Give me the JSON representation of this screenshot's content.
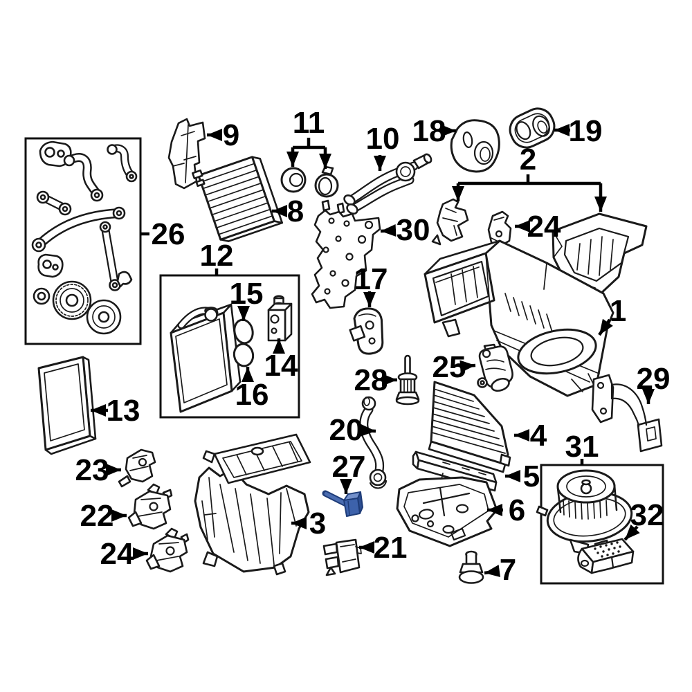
{
  "diagram": {
    "background": "#ffffff",
    "line_color": "#1a1a1a",
    "label_color": "#000000",
    "highlight": {
      "part_number": "27",
      "fill": "#3d62ab",
      "top_fill": "#7390cb",
      "side_fill": "#2c4d91",
      "outline": "#1e3c78",
      "probe_core": "#4a6cb0"
    }
  },
  "callouts": [
    {
      "num": "1"
    },
    {
      "num": "2"
    },
    {
      "num": "3"
    },
    {
      "num": "4"
    },
    {
      "num": "5"
    },
    {
      "num": "6"
    },
    {
      "num": "7"
    },
    {
      "num": "8"
    },
    {
      "num": "9"
    },
    {
      "num": "10"
    },
    {
      "num": "11"
    },
    {
      "num": "12"
    },
    {
      "num": "13"
    },
    {
      "num": "14"
    },
    {
      "num": "15"
    },
    {
      "num": "16"
    },
    {
      "num": "17"
    },
    {
      "num": "18"
    },
    {
      "num": "19"
    },
    {
      "num": "20"
    },
    {
      "num": "21"
    },
    {
      "num": "22"
    },
    {
      "num": "23"
    },
    {
      "num": "24"
    },
    {
      "num": "24"
    },
    {
      "num": "25"
    },
    {
      "num": "26"
    },
    {
      "num": "27"
    },
    {
      "num": "28"
    },
    {
      "num": "29"
    },
    {
      "num": "30"
    },
    {
      "num": "31"
    },
    {
      "num": "32"
    }
  ]
}
